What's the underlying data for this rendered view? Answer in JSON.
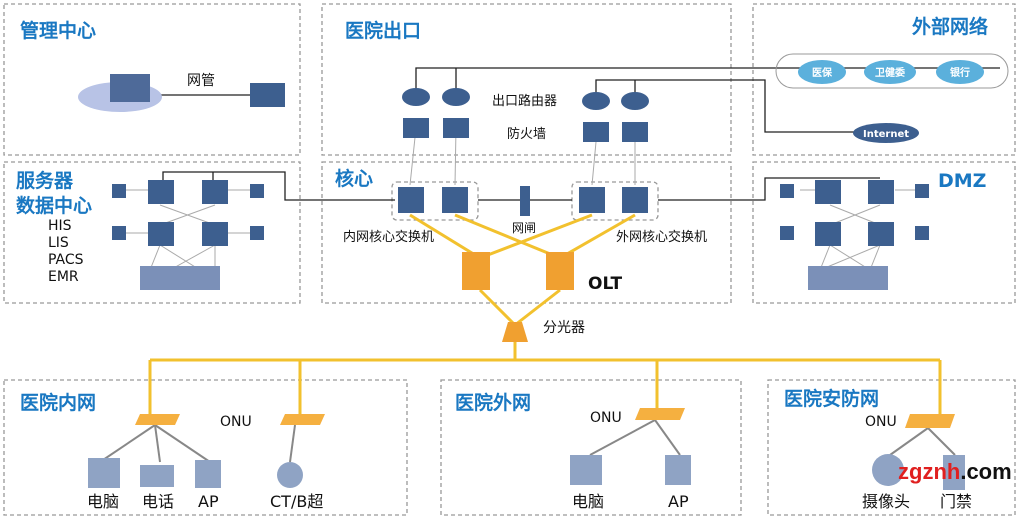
{
  "sections": {
    "management": "管理中心",
    "exit": "医院出口",
    "external": "外部网络",
    "datacenter_1": "服务器",
    "datacenter_2": "数据中心",
    "core": "核心",
    "dmz": "DMZ",
    "intranet": "医院内网",
    "extranet": "医院外网",
    "security": "医院安防网"
  },
  "labels": {
    "nms": "网管",
    "router": "出口路由器",
    "firewall": "防火墙",
    "internet": "Internet",
    "cloud_insurance": "医保",
    "cloud_health": "卫健委",
    "cloud_bank": "银行",
    "systems": [
      "HIS",
      "LIS",
      "PACS",
      "EMR"
    ],
    "gap": "网闸",
    "inner_core": "内网核心交换机",
    "outer_core": "外网核心交换机",
    "olt": "OLT",
    "splitter": "分光器",
    "onu": "ONU",
    "intranet_devices": [
      "电脑",
      "电话",
      "AP",
      "CT/B超"
    ],
    "extranet_devices": [
      "电脑",
      "AP"
    ],
    "security_devices": [
      "摄像头",
      "门禁"
    ]
  },
  "colors": {
    "title": "#1a78c2",
    "fiber": "#f2c12e",
    "device": "#3d5f8f",
    "olt": "#f0a030",
    "cloud": "#5bb0dc"
  },
  "watermark": {
    "left": "zgznh",
    "right": ".com"
  }
}
